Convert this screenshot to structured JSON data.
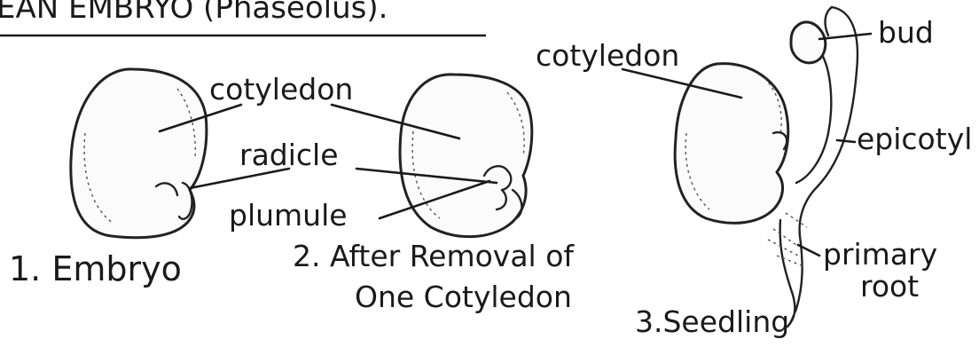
{
  "header": {
    "title_partial": "EAN EMBRYO (Phaseolus)."
  },
  "fig1": {
    "cotyledon": "cotyledon",
    "radicle": "radicle",
    "plumule": "plumule",
    "caption": "1. Embryo"
  },
  "fig2": {
    "caption_line1": "2. After Removal of",
    "caption_line2": "One Cotyledon"
  },
  "fig3": {
    "cotyledon": "cotyledon",
    "bud": "bud",
    "epicotyl": "epicotyl",
    "primary_root_line1": "primary",
    "primary_root_line2": "root",
    "caption": "3.Seedling"
  }
}
